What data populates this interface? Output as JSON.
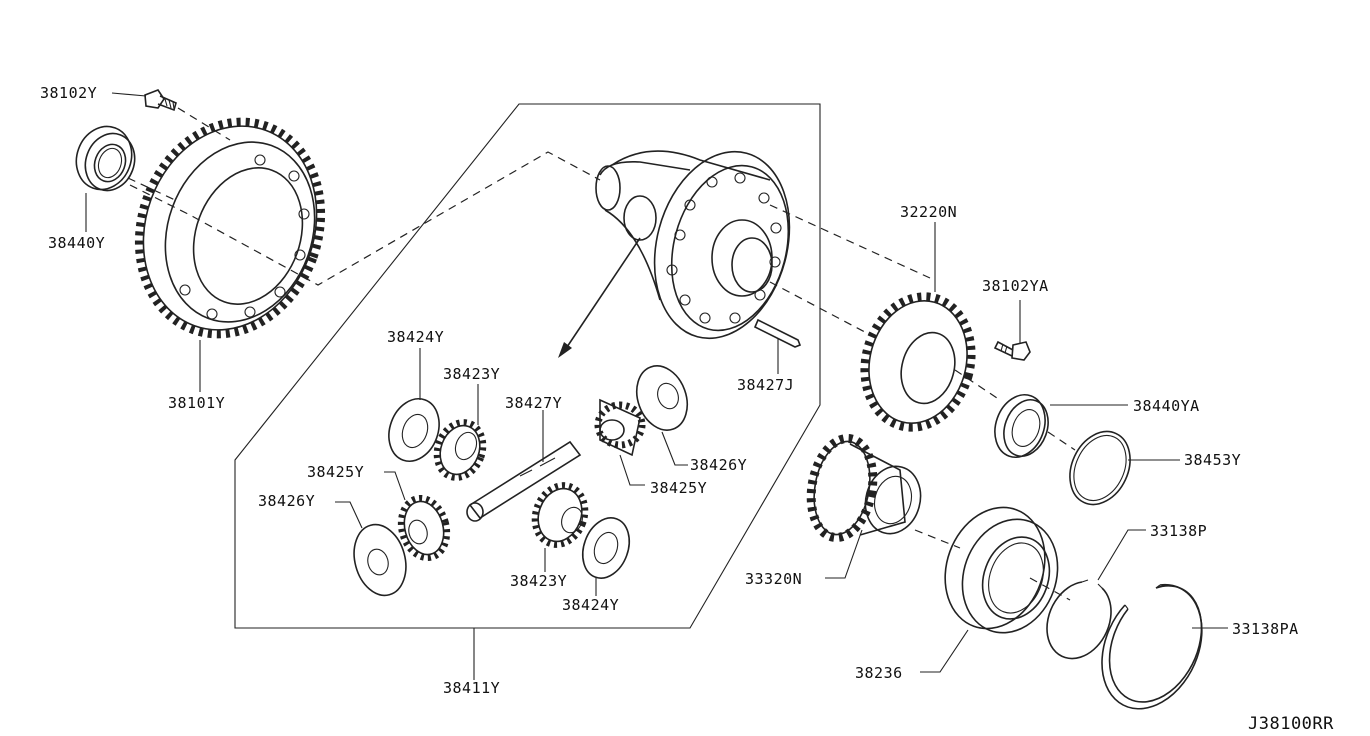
{
  "diagram": {
    "reference_code": "J38100RR",
    "parts": [
      {
        "id": "p-38102Y",
        "label": "38102Y",
        "icon": "bolt-icon"
      },
      {
        "id": "p-38440Y",
        "label": "38440Y",
        "icon": "bearing-race-icon"
      },
      {
        "id": "p-38101Y",
        "label": "38101Y",
        "icon": "ring-gear-icon"
      },
      {
        "id": "p-38424Y-a",
        "label": "38424Y",
        "icon": "thrust-washer-icon"
      },
      {
        "id": "p-38423Y-a",
        "label": "38423Y",
        "icon": "side-gear-icon"
      },
      {
        "id": "p-38427Y",
        "label": "38427Y",
        "icon": "pinion-shaft-icon"
      },
      {
        "id": "p-38425Y-a",
        "label": "38425Y",
        "icon": "pinion-gear-icon"
      },
      {
        "id": "p-38426Y-a",
        "label": "38426Y",
        "icon": "pinion-washer-icon"
      },
      {
        "id": "p-38426Y-b",
        "label": "38426Y",
        "icon": "pinion-washer-icon"
      },
      {
        "id": "p-38425Y-b",
        "label": "38425Y",
        "icon": "pinion-gear-icon"
      },
      {
        "id": "p-38423Y-b",
        "label": "38423Y",
        "icon": "side-gear-icon"
      },
      {
        "id": "p-38424Y-b",
        "label": "38424Y",
        "icon": "thrust-washer-icon"
      },
      {
        "id": "p-38427J",
        "label": "38427J",
        "icon": "lock-pin-icon"
      },
      {
        "id": "p-38411Y",
        "label": "38411Y",
        "icon": "differential-case-icon"
      },
      {
        "id": "p-32220N",
        "label": "32220N",
        "icon": "speedometer-gear-icon"
      },
      {
        "id": "p-38102YA",
        "label": "38102YA",
        "icon": "bolt-icon"
      },
      {
        "id": "p-38440YA",
        "label": "38440YA",
        "icon": "bearing-race-icon"
      },
      {
        "id": "p-38453Y",
        "label": "38453Y",
        "icon": "shim-icon"
      },
      {
        "id": "p-33320N",
        "label": "33320N",
        "icon": "parking-gear-icon"
      },
      {
        "id": "p-33138P",
        "label": "33138P",
        "icon": "snap-ring-icon"
      },
      {
        "id": "p-33138PA",
        "label": "33138PA",
        "icon": "snap-ring-icon"
      },
      {
        "id": "p-38236",
        "label": "38236",
        "icon": "bearing-icon"
      }
    ]
  }
}
